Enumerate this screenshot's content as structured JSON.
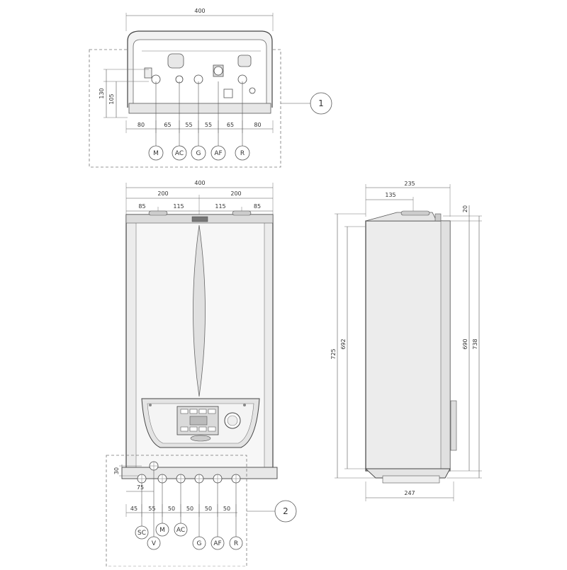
{
  "top_view": {
    "width": "400",
    "height_outer": "130",
    "height_inner": "105",
    "spacings": [
      "80",
      "65",
      "55",
      "55",
      "65",
      "80"
    ],
    "connections": [
      "M",
      "AC",
      "G",
      "AF",
      "R"
    ],
    "callout": "1"
  },
  "front_view": {
    "width": "400",
    "half_left": "200",
    "half_right": "200",
    "top_spacings": [
      "85",
      "115",
      "115",
      "85"
    ],
    "bottom_height": "30",
    "bottom_offset": "75",
    "bottom_spacings": [
      "45",
      "55",
      "50",
      "50",
      "50",
      "50"
    ],
    "bottom_connections": [
      "SC",
      "V",
      "M",
      "AC",
      "G",
      "AF",
      "R"
    ],
    "callout": "2"
  },
  "side_view": {
    "depth": "235",
    "depth_inner": "135",
    "top_offset": "20",
    "height_total_left": "725",
    "height_inner_left": "692",
    "height_inner_right": "690",
    "height_total_right": "738",
    "bottom_depth": "247"
  }
}
